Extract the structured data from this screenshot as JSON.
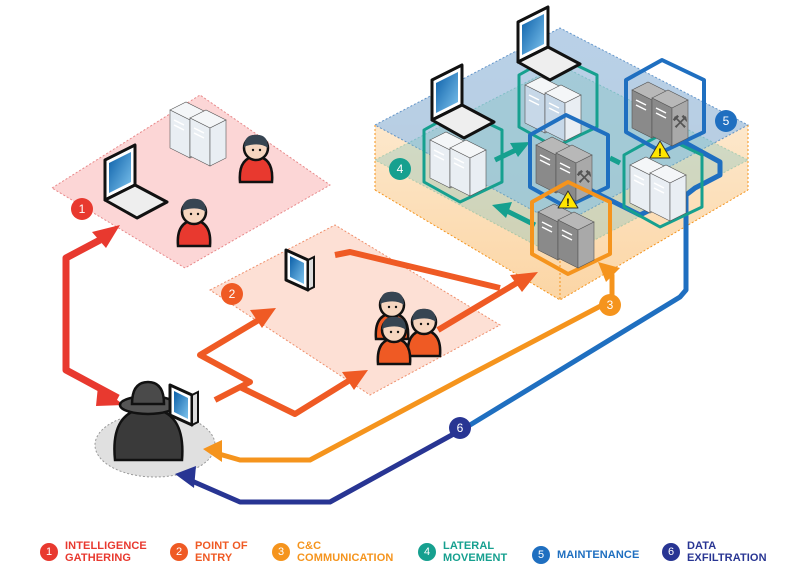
{
  "diagram": {
    "title": "",
    "stages": [
      {
        "number": "1",
        "label": "INTELLIGENCE\nGATHERING",
        "color": "#e8392f"
      },
      {
        "number": "2",
        "label": "POINT OF\nENTRY",
        "color": "#ef5a24"
      },
      {
        "number": "3",
        "label": "C&C\nCOMMUNICATION",
        "color": "#f5941d"
      },
      {
        "number": "4",
        "label": "LATERAL\nMOVEMENT",
        "color": "#16a08f"
      },
      {
        "number": "5",
        "label": "MAINTENANCE",
        "color": "#1f6fc0"
      },
      {
        "number": "6",
        "label": "DATA\nEXFILTRATION",
        "color": "#283593"
      }
    ],
    "zones": {
      "intelligence": "target organization (people, laptop, servers)",
      "entry": "employee workstation and staff group",
      "network": "internal network with compromised servers"
    },
    "warning_symbol": "!"
  }
}
